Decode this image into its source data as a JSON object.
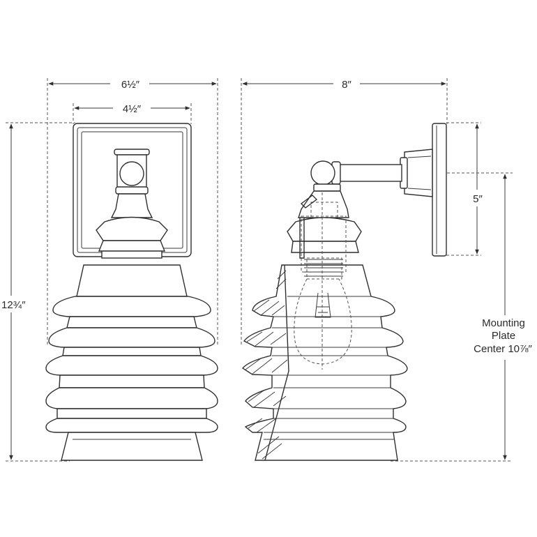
{
  "dimensions": {
    "front_overall_width": "6½″",
    "backplate_width": "4½″",
    "overall_height": "12¾″",
    "side_projection": "8″",
    "backplate_height": "5″",
    "mounting_plate_center_line1": "Mounting",
    "mounting_plate_center_line2": "Plate",
    "mounting_plate_center_line3": "Center 10⅞″"
  },
  "colors": {
    "line": "#2f2f2f",
    "background": "#ffffff"
  }
}
